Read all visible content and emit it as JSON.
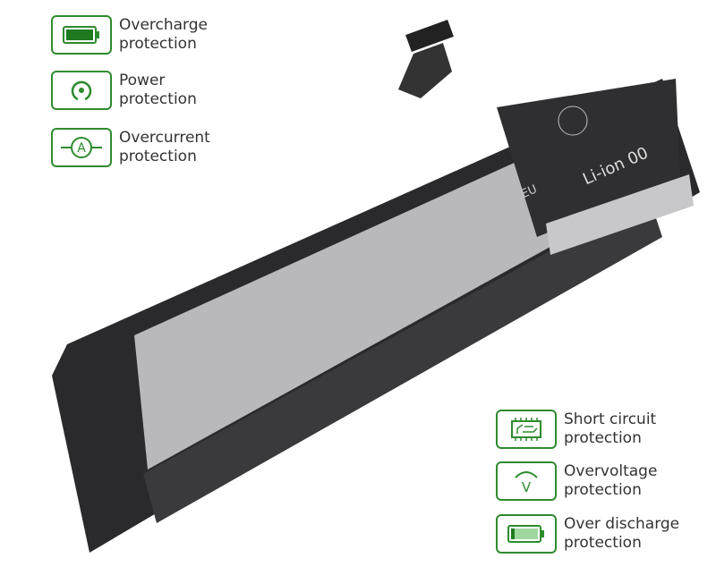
{
  "features_left": [
    {
      "line1": "Overcharge",
      "line2": "protection",
      "icon": "battery-full-icon"
    },
    {
      "line1": "Power",
      "line2": "protection",
      "icon": "power-icon"
    },
    {
      "line1": "Overcurrent",
      "line2": "protection",
      "icon": "ammeter-icon"
    }
  ],
  "features_right": [
    {
      "line1": "Short circuit",
      "line2": "protection",
      "icon": "circuit-board-icon"
    },
    {
      "line1": "Overvoltage",
      "line2": "protection",
      "icon": "voltmeter-icon"
    },
    {
      "line1": "Over discharge",
      "line2": "protection",
      "icon": "battery-low-icon"
    }
  ],
  "battery": {
    "liion_label": "Li-ion 00",
    "eu_label": "EU"
  },
  "colors": {
    "accent": "#2e8b2e",
    "battery_body": "#2a2a2c",
    "label": "#b9b9bb"
  }
}
